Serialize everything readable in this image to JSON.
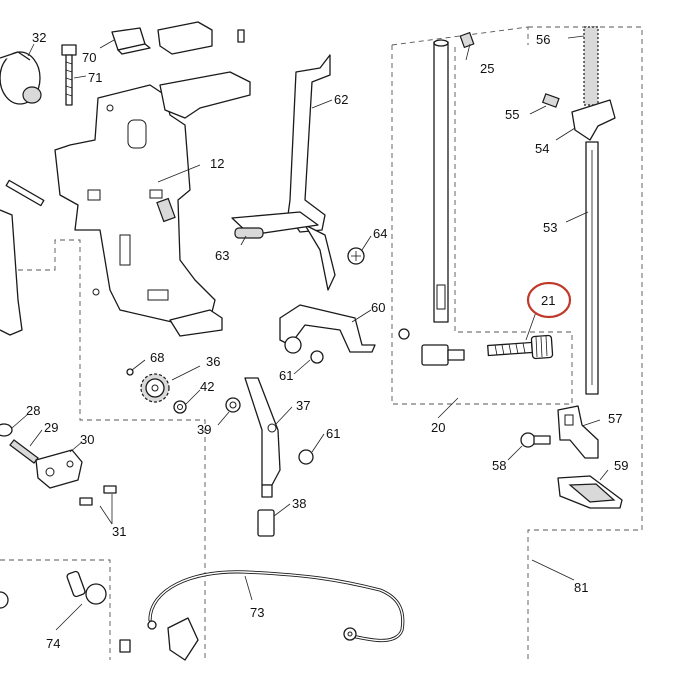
{
  "highlight_color": "#c0392b",
  "highlighted_part": "21",
  "parts": {
    "p12": "12",
    "p20": "20",
    "p21": "21",
    "p25": "25",
    "p28": "28",
    "p29": "29",
    "p30": "30",
    "p31": "31",
    "p32": "32",
    "p36": "36",
    "p37": "37",
    "p38": "38",
    "p39": "39",
    "p42": "42",
    "p53": "53",
    "p54": "54",
    "p55": "55",
    "p56": "56",
    "p57": "57",
    "p58": "58",
    "p59": "59",
    "p60": "60",
    "p61a": "61",
    "p61b": "61",
    "p62": "62",
    "p63": "63",
    "p64": "64",
    "p68": "68",
    "p70": "70",
    "p71": "71",
    "p73": "73",
    "p74": "74",
    "p81": "81"
  }
}
